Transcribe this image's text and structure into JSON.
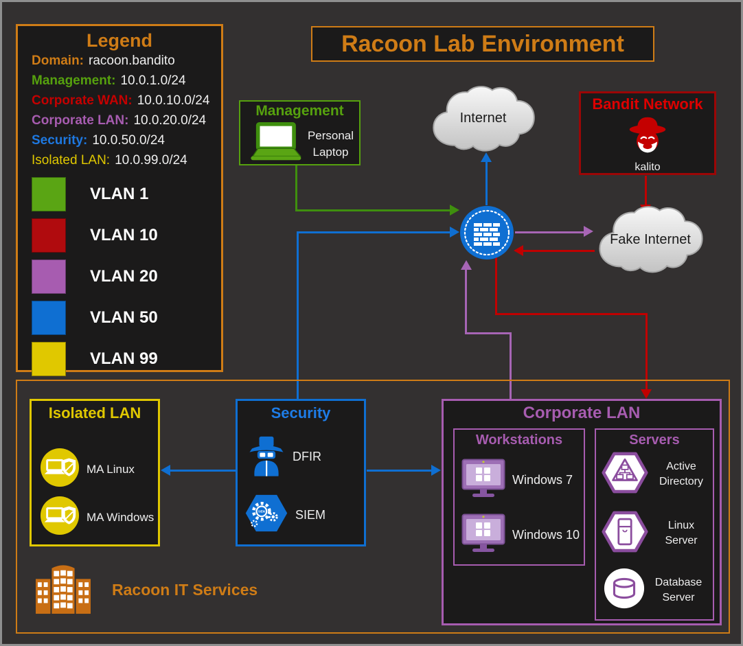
{
  "title": "Racoon Lab Environment",
  "legend": {
    "title": "Legend",
    "entries": [
      {
        "label": "Domain:",
        "value": "racoon.bandito",
        "color": "#cf7c16"
      },
      {
        "label": "Management:",
        "value": "10.0.1.0/24",
        "color": "#56a10e"
      },
      {
        "label": "Corporate WAN:",
        "value": "10.0.10.0/24",
        "color": "#c40000"
      },
      {
        "label": "Corporate LAN:",
        "value": "10.0.20.0/24",
        "color": "#a75cb0"
      },
      {
        "label": "Security:",
        "value": "10.0.50.0/24",
        "color": "#1e78e0"
      },
      {
        "label": "Isolated LAN:",
        "value": "10.0.99.0/24",
        "color": "#e0c800"
      }
    ],
    "vlans": [
      {
        "label": "VLAN 1",
        "color": "#5aa514"
      },
      {
        "label": "VLAN 10",
        "color": "#b00b0e"
      },
      {
        "label": "VLAN 20",
        "color": "#a75cb0"
      },
      {
        "label": "VLAN 50",
        "color": "#0f6fd2"
      },
      {
        "label": "VLAN 99",
        "color": "#e0c800"
      }
    ]
  },
  "nodes": {
    "management": {
      "title": "Management",
      "device": "Personal Laptop",
      "icon": "laptop-icon"
    },
    "internet": {
      "label": "Internet",
      "icon": "cloud-icon"
    },
    "bandit_network": {
      "title": "Bandit Network",
      "device": "kalito",
      "icon": "hacker-icon"
    },
    "fake_internet": {
      "label": "Fake Internet",
      "icon": "cloud-icon"
    },
    "firewall": {
      "icon": "firewall-brick-wall-icon"
    },
    "isolated_lan": {
      "title": "Isolated LAN",
      "items": [
        {
          "label": "MA Linux",
          "icon": "malware-analysis-icon"
        },
        {
          "label": "MA Windows",
          "icon": "malware-analysis-icon"
        }
      ]
    },
    "security": {
      "title": "Security",
      "siem_icon_text": "SIEM",
      "items": [
        {
          "label": "DFIR",
          "icon": "spy-icon"
        },
        {
          "label": "SIEM",
          "icon": "gears-hexagon-icon"
        }
      ]
    },
    "corporate_lan": {
      "title": "Corporate LAN",
      "workstations": {
        "title": "Workstations",
        "items": [
          {
            "label": "Windows 7",
            "icon": "monitor-icon"
          },
          {
            "label": "Windows 10",
            "icon": "monitor-icon"
          }
        ]
      },
      "servers": {
        "title": "Servers",
        "items": [
          {
            "label": "Active Directory",
            "icon": "hexagon-org-chart-icon"
          },
          {
            "label": "Linux Server",
            "icon": "hexagon-server-icon"
          },
          {
            "label": "Database Server",
            "icon": "database-cylinder-icon"
          }
        ]
      }
    },
    "it_services": {
      "label": "Racoon IT Services",
      "icon": "office-building-icon"
    }
  },
  "colors": {
    "background": "#333030",
    "panel": "#1b1a1a",
    "orange": "#cf7c16",
    "green": "#56a10e",
    "green_line": "#3f8f0e",
    "red": "#c40000",
    "dark_red": "#9c0606",
    "purple": "#a75cb0",
    "blue": "#0f6fd2",
    "yellow": "#e0c800",
    "cloud_fill_top": "#f7f7f7",
    "cloud_fill_bottom": "#c3c3c3"
  }
}
